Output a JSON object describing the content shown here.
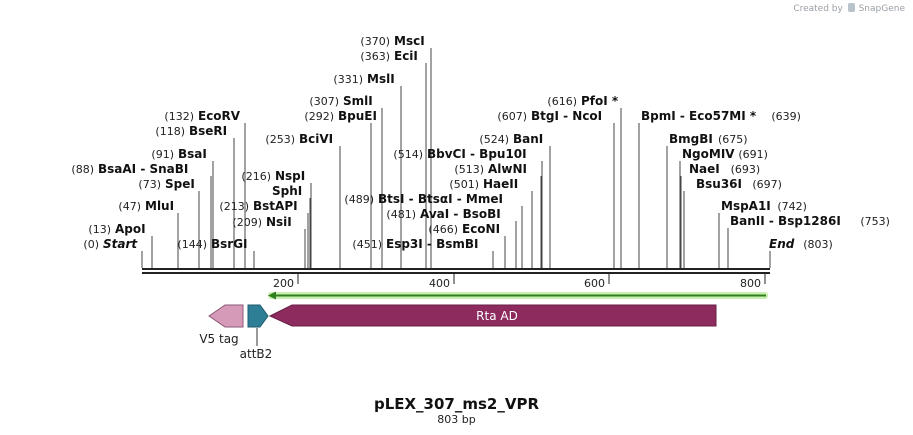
{
  "credit": {
    "text": "Created by",
    "brand": "SnapGene"
  },
  "plasmid": {
    "name": "pLEX_307_ms2_VPR",
    "length_label": "803 bp",
    "length": 803
  },
  "axis": {
    "ticks": [
      "200",
      "400",
      "600",
      "800"
    ]
  },
  "colors": {
    "backbone": "#222222",
    "orf_fill": "#8d2a5e",
    "v5_fill": "#d49ab8",
    "attb2_fill": "#2e7f96",
    "primer": "#2f7f1f",
    "primer_glow": "#c8eeb0",
    "cut_line": "#333333"
  },
  "features": [
    {
      "name": "Rta AD",
      "label": "Rta AD"
    },
    {
      "name": "V5 tag",
      "label": "V5 tag"
    },
    {
      "name": "attB2",
      "label": "attB2"
    }
  ],
  "enzymes": [
    {
      "pos": "(0)",
      "name": "Start",
      "special": true
    },
    {
      "pos": "(13)",
      "name": "ApoI"
    },
    {
      "pos": "(47)",
      "name": "MluI"
    },
    {
      "pos": "(73)",
      "name": "SpeI"
    },
    {
      "pos": "(88)",
      "name": "BsaAI - SnaBI"
    },
    {
      "pos": "(91)",
      "name": "BsaI"
    },
    {
      "pos": "(118)",
      "name": "BseRI"
    },
    {
      "pos": "(132)",
      "name": "EcoRV"
    },
    {
      "pos": "(144)",
      "name": "BsrGI"
    },
    {
      "pos": "(209)",
      "name": "NsiI"
    },
    {
      "pos": "(213)",
      "name": "BstAPI"
    },
    {
      "pos": "",
      "name": "SphI"
    },
    {
      "pos": "(216)",
      "name": "NspI"
    },
    {
      "pos": "(253)",
      "name": "BciVI"
    },
    {
      "pos": "(292)",
      "name": "BpuEI"
    },
    {
      "pos": "(307)",
      "name": "SmlI"
    },
    {
      "pos": "(331)",
      "name": "MslI"
    },
    {
      "pos": "(363)",
      "name": "EciI"
    },
    {
      "pos": "(370)",
      "name": "MscI"
    },
    {
      "pos": "(451)",
      "name": "Esp3I - BsmBI"
    },
    {
      "pos": "(466)",
      "name": "EcoNI"
    },
    {
      "pos": "(481)",
      "name": "AvaI - BsoBI"
    },
    {
      "pos": "(489)",
      "name": "BtsI - BtsαI - MmeI"
    },
    {
      "pos": "(501)",
      "name": "HaeII"
    },
    {
      "pos": "(513)",
      "name": "AlwNI"
    },
    {
      "pos": "(514)",
      "name": "BbvCI - Bpu10I"
    },
    {
      "pos": "(524)",
      "name": "BanI"
    },
    {
      "pos": "(607)",
      "name": "BtgI - NcoI"
    },
    {
      "pos": "(616)",
      "name": "PfoI *"
    },
    {
      "pos": "(639)",
      "name": "BpmI - Eco57MI *"
    },
    {
      "pos": "(675)",
      "name": "BmgBI"
    },
    {
      "pos": "(691)",
      "name": "NgoMIV"
    },
    {
      "pos": "(693)",
      "name": "NaeI"
    },
    {
      "pos": "(697)",
      "name": "Bsu36I"
    },
    {
      "pos": "(742)",
      "name": "MspA1I"
    },
    {
      "pos": "(753)",
      "name": "BanII - Bsp1286I"
    },
    {
      "pos": "(803)",
      "name": "End",
      "special": true
    }
  ]
}
